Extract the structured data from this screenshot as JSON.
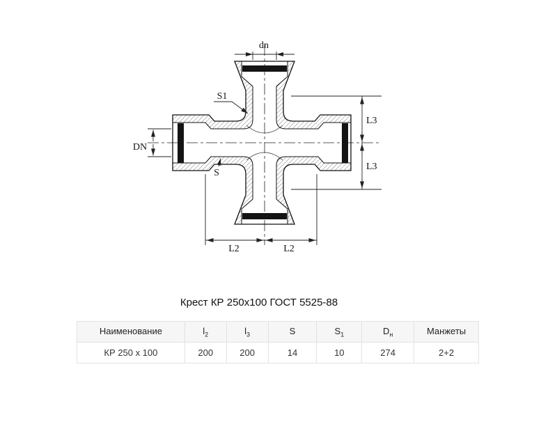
{
  "drawing": {
    "labels": {
      "dn": "dn",
      "s1": "S1",
      "DN": "DN",
      "s": "S",
      "l3_a": "L3",
      "l3_b": "L3",
      "l2_a": "L2",
      "l2_b": "L2"
    }
  },
  "caption": "Крест КР 250х100 ГОСТ 5525-88",
  "table": {
    "header": [
      {
        "main": "Наименование",
        "sub": ""
      },
      {
        "main": "l",
        "sub": "2"
      },
      {
        "main": "l",
        "sub": "3"
      },
      {
        "main": "S",
        "sub": ""
      },
      {
        "main": "S",
        "sub": "1"
      },
      {
        "main": "D",
        "sub": "н"
      },
      {
        "main": "Манжеты",
        "sub": ""
      }
    ],
    "rows": [
      [
        "КР 250 х 100",
        "200",
        "200",
        "14",
        "10",
        "274",
        "2+2"
      ]
    ]
  }
}
